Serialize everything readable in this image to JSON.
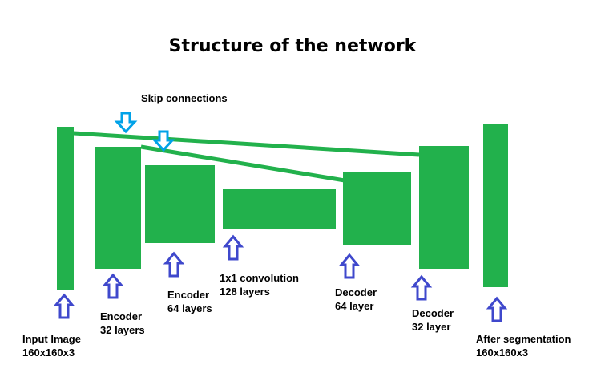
{
  "title": "Structure of the network",
  "skip_label": "Skip connections",
  "colors": {
    "block": "#22b14c",
    "up_arrow": "#3f48cc",
    "skip_arrow": "#00a2e8",
    "text": "#000000"
  },
  "blocks": [
    {
      "id": "input-image",
      "label_line1": "Input Image",
      "label_line2": "160x160x3"
    },
    {
      "id": "encoder-32",
      "label_line1": "Encoder",
      "label_line2": "32 layers"
    },
    {
      "id": "encoder-64",
      "label_line1": "Encoder",
      "label_line2": "64 layers"
    },
    {
      "id": "conv-1x1",
      "label_line1": "1x1 convolution",
      "label_line2": "128 layers"
    },
    {
      "id": "decoder-64",
      "label_line1": "Decoder",
      "label_line2": "64 layer"
    },
    {
      "id": "decoder-32",
      "label_line1": "Decoder",
      "label_line2": "32 layer"
    },
    {
      "id": "after-segmentation",
      "label_line1": "After segmentation",
      "label_line2": "160x160x3"
    }
  ]
}
